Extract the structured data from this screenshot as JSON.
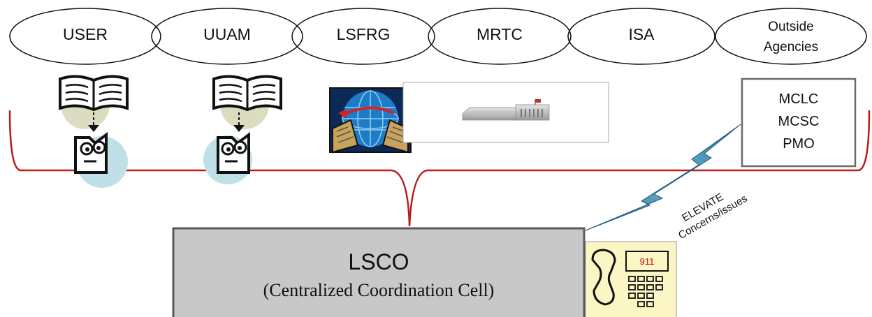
{
  "ovals": [
    {
      "id": "user",
      "lines": [
        "USER"
      ]
    },
    {
      "id": "uuam",
      "lines": [
        "UUAM"
      ]
    },
    {
      "id": "lsfrg",
      "lines": [
        "LSFRG"
      ]
    },
    {
      "id": "mrtc",
      "lines": [
        "MRTC"
      ]
    },
    {
      "id": "isa",
      "lines": [
        "ISA"
      ]
    },
    {
      "id": "outside",
      "lines": [
        "Outside",
        "Agencies"
      ]
    }
  ],
  "escalation_box": {
    "lines": [
      "MCLC",
      "MCSC",
      "PMO"
    ]
  },
  "lsco": {
    "title": "LSCO",
    "subtitle": "(Centralized Coordination Cell)"
  },
  "elevate": {
    "line1": "ELEVATE",
    "line2": "Concerns/issues"
  },
  "phone": {
    "display": "911"
  },
  "colors": {
    "bracket": "#b81c1c",
    "lsco_fill": "#c8c8c8",
    "lightning": "#3f8fb5",
    "phone_bg": "#fbf6c4"
  }
}
